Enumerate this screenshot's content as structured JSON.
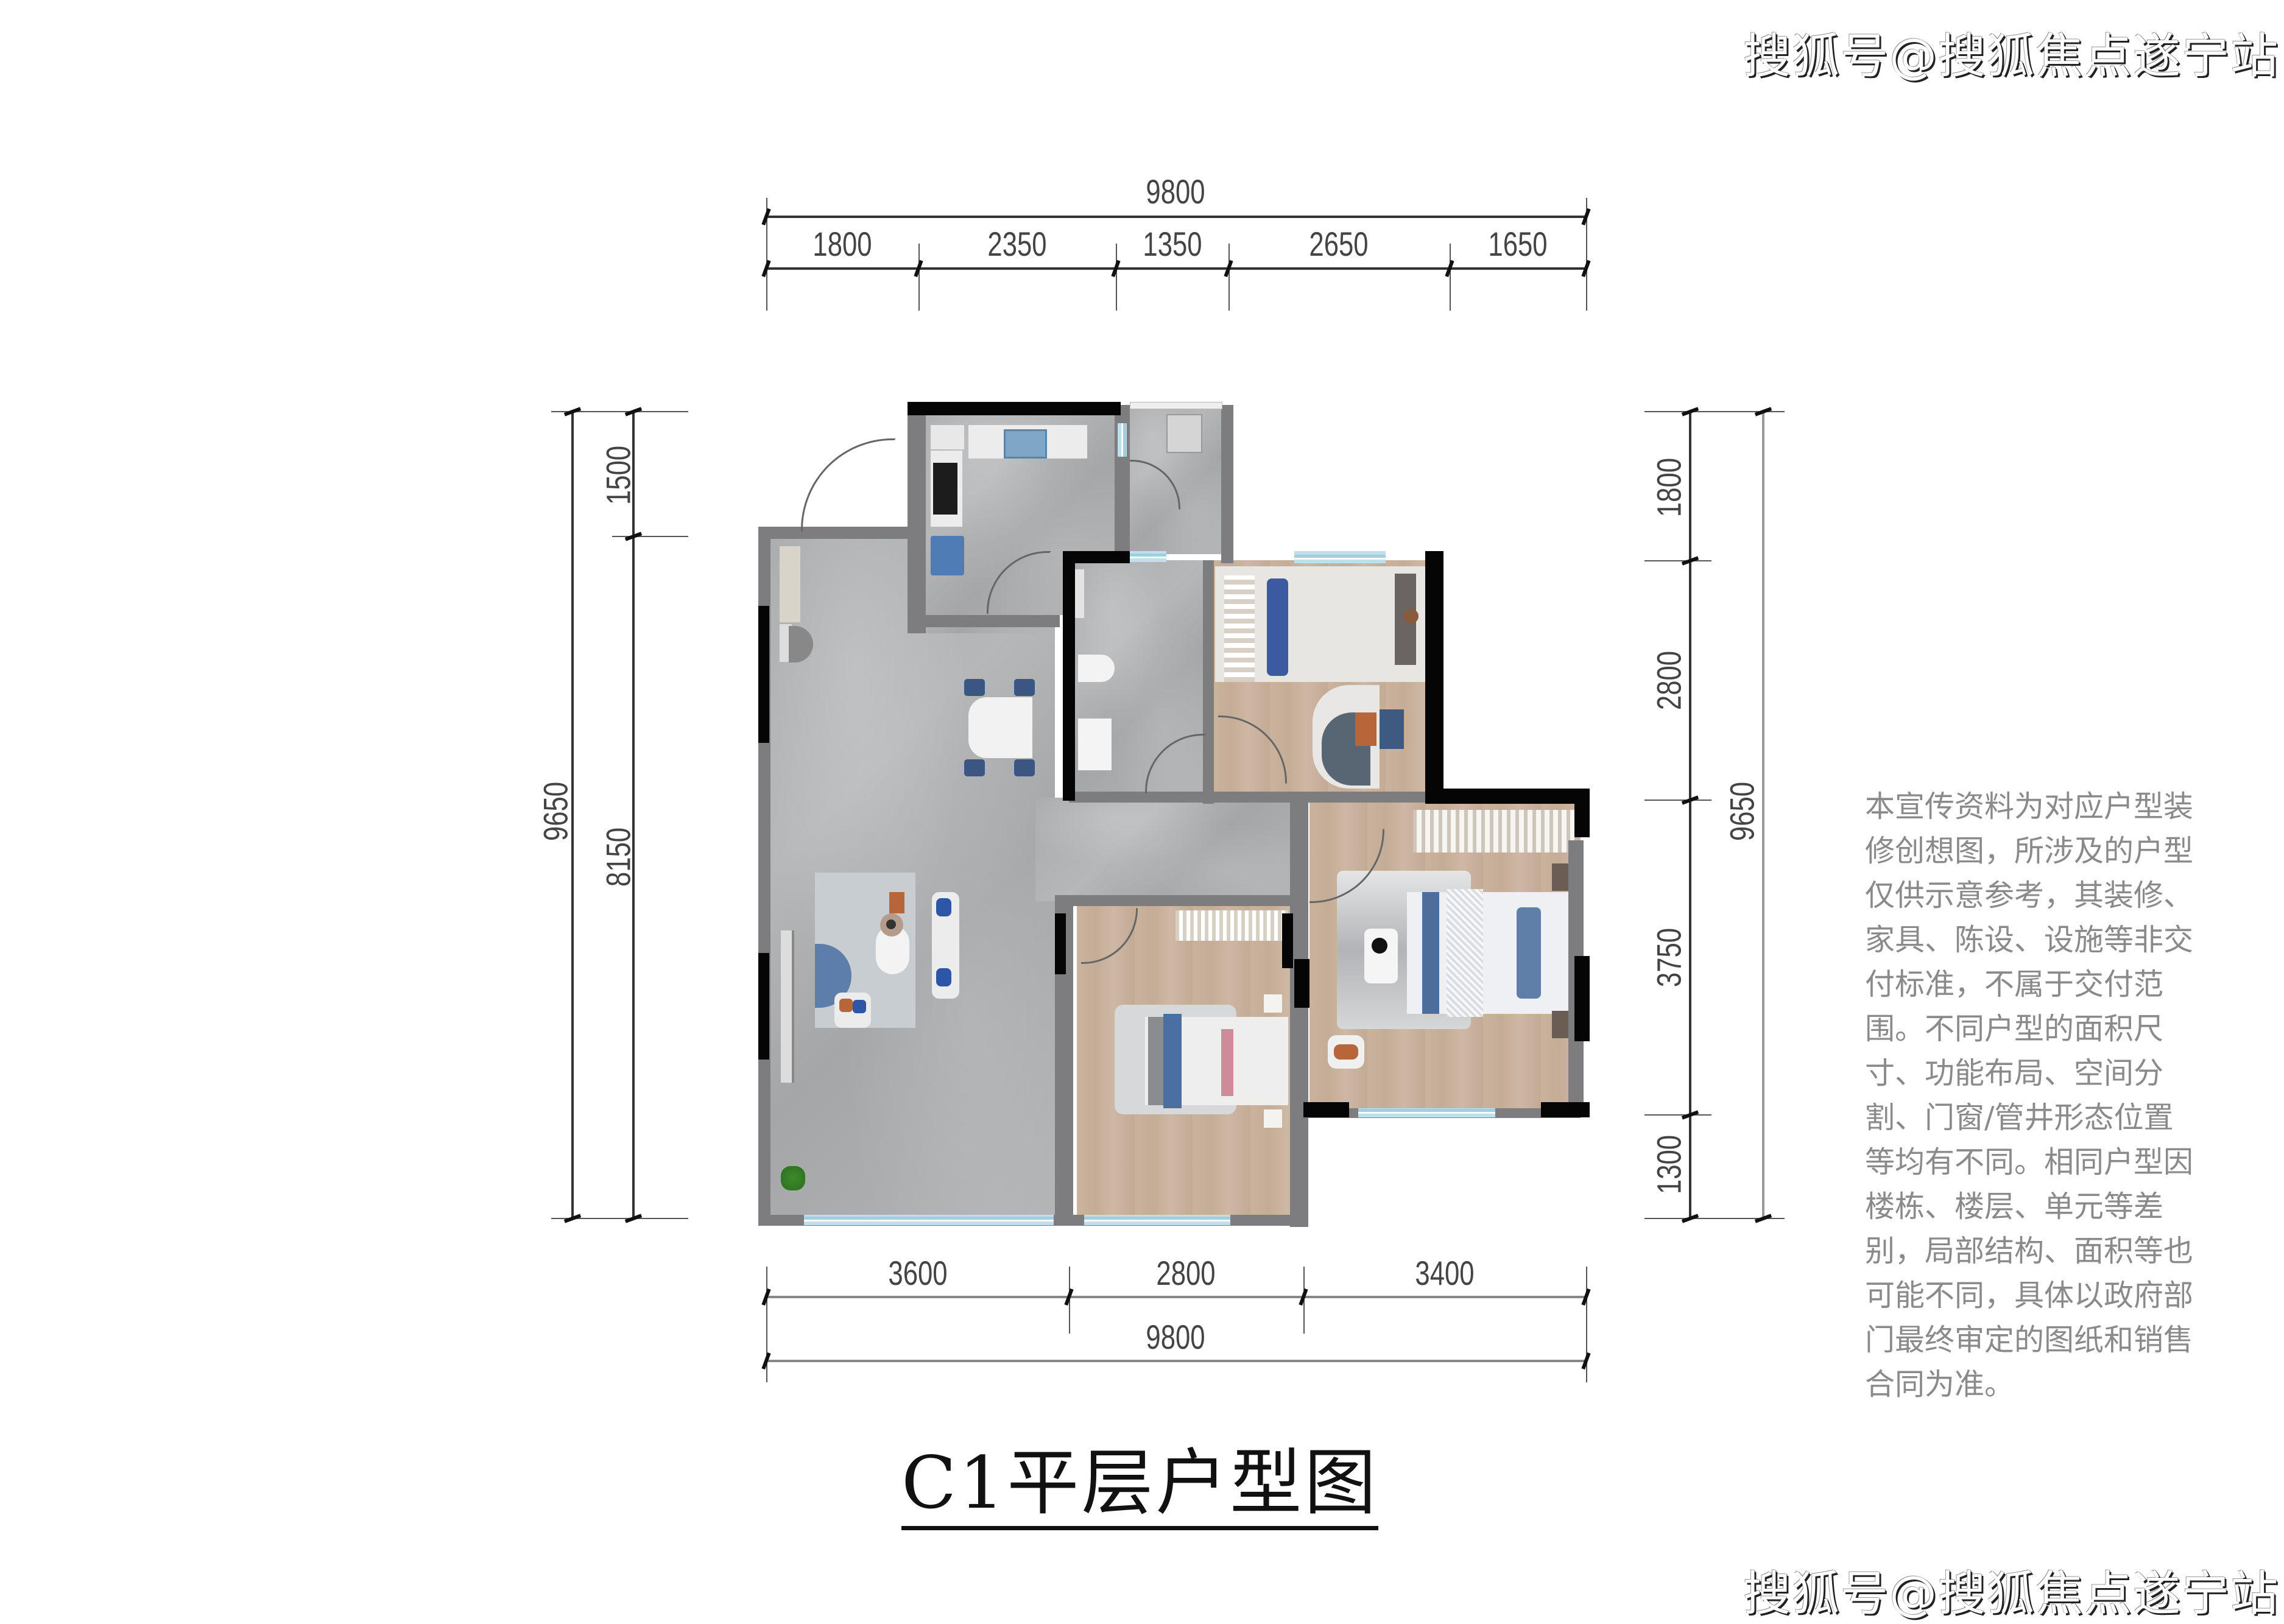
{
  "watermark": {
    "top": "搜狐号@搜狐焦点遂宁站",
    "bottom": "搜狐号@搜狐焦点遂宁站"
  },
  "title": "C1平层户型图",
  "dimensions": {
    "top_total": "9800",
    "top_segments": [
      "1800",
      "2350",
      "1350",
      "2650",
      "1650"
    ],
    "bottom_segments": [
      "3600",
      "2800",
      "3400"
    ],
    "bottom_total": "9800",
    "left_total": "9650",
    "left_segments": [
      "1500",
      "8150"
    ],
    "right_total": "9650",
    "right_segments": [
      "1800",
      "2800",
      "3750",
      "1300"
    ]
  },
  "disclaimer": {
    "lines": [
      "本宣传资料为对应户型装",
      "修创想图，所涉及的户型",
      "仅供示意参考，其装修、",
      "家具、陈设、设施等非交",
      "付标准，不属于交付范",
      "围。不同户型的面积尺",
      "寸、功能布局、空间分",
      "割、门窗/管井形态位置",
      "等均有不同。相同户型因",
      "楼栋、楼层、单元等差",
      "别，局部结构、面积等也",
      "可能不同，具体以政府部",
      "门最终审定的图纸和销售",
      "合同为准。"
    ]
  },
  "floorplan": {
    "rooms": [
      "entry",
      "kitchen",
      "balcony-utility",
      "bathroom",
      "bedroom-study",
      "living-dining",
      "bedroom-secondary",
      "bedroom-master"
    ],
    "colors": {
      "stone_floor": "#b0b1b3",
      "wood_floor": "#c9b39d",
      "wall_grey": "#7d7d7f",
      "wall_black": "#050505",
      "window_blue": "#bfe0ea",
      "accent_blue": "#4a6fa5",
      "accent_orange": "#b8653a"
    }
  }
}
